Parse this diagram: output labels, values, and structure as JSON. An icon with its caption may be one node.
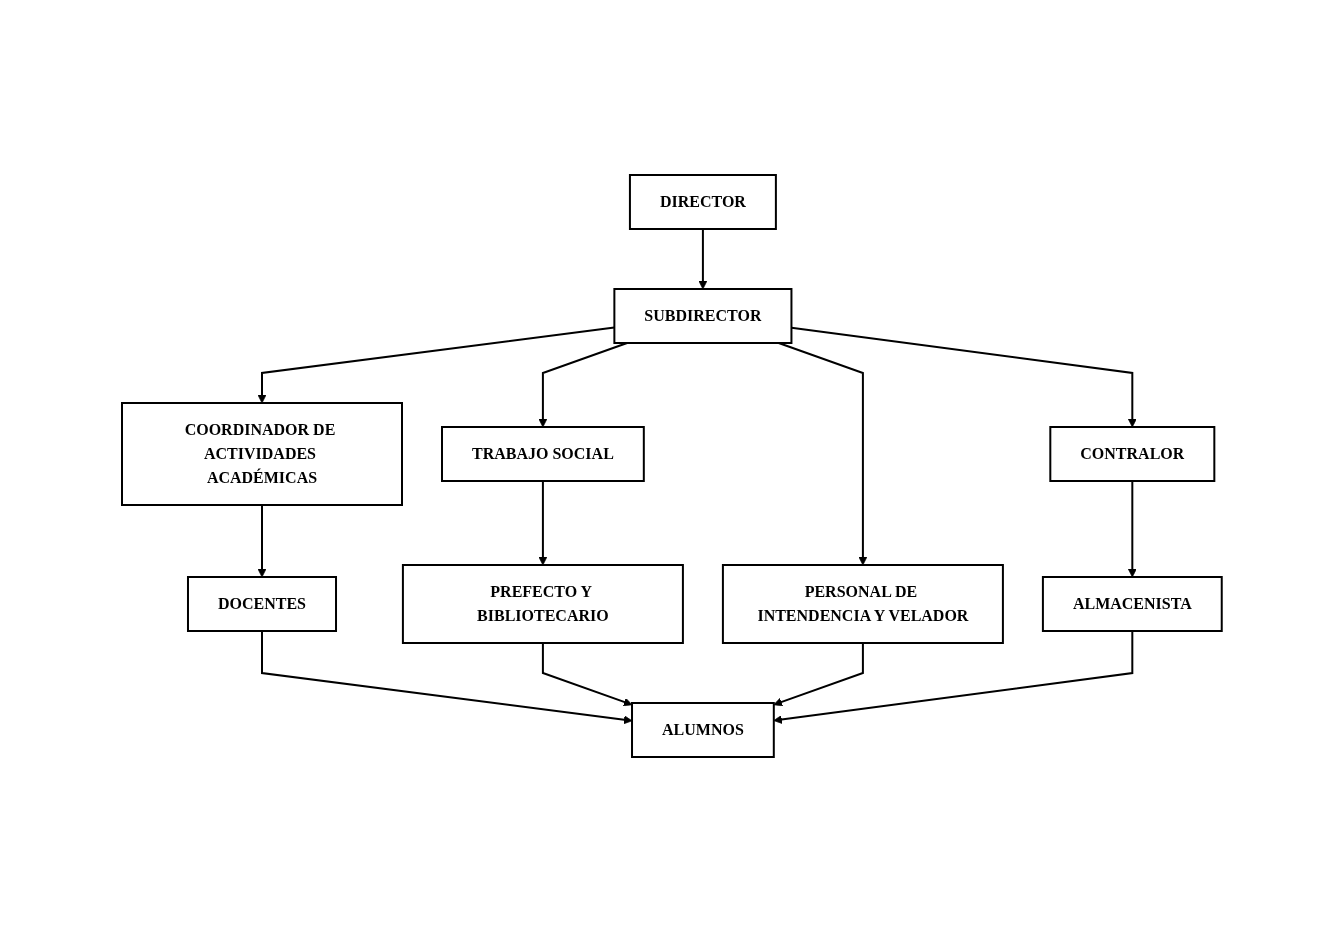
{
  "diagram": {
    "nodes": [
      {
        "text": [
          "DIRECTOR"
        ]
      },
      {
        "text": [
          "SUBDIRECTOR"
        ]
      },
      {
        "text": [
          "COORDINADOR DE ACTIVIDADES ACADÉMICAS"
        ]
      },
      {
        "text": [
          "TRABAJO SOCIAL"
        ]
      },
      {
        "text": [
          "PERSONAL DE INTENDENCIA Y VELADOR"
        ]
      },
      {
        "text": [
          "CONTRALOR"
        ]
      },
      {
        "text": [
          "DOCENTES"
        ]
      },
      {
        "text": [
          "PREFECTO Y BIBLIOTECARIO"
        ]
      },
      {
        "text": [
          "ALMACENISTA"
        ]
      },
      {
        "text": [
          "ALUMNOS"
        ]
      }
    ],
    "edges": [
      {
        "from": 0,
        "to": 1,
        "arrow": "to"
      },
      {
        "from": 1,
        "to": 2,
        "arrow": "to"
      },
      {
        "from": 1,
        "to": 3,
        "arrow": "to"
      },
      {
        "from": 1,
        "to": 4,
        "arrow": "to"
      },
      {
        "from": 1,
        "to": 5,
        "arrow": "to"
      },
      {
        "from": 2,
        "to": 6,
        "arrow": "to"
      },
      {
        "from": 3,
        "to": 7,
        "arrow": "to"
      },
      {
        "from": 5,
        "to": 8,
        "arrow": "to"
      },
      {
        "from": 6,
        "to": 9,
        "arrow": "to"
      },
      {
        "from": 7,
        "to": 9,
        "arrow": "to"
      },
      {
        "from": 4,
        "to": 9,
        "arrow": "to"
      },
      {
        "from": 8,
        "to": 9,
        "arrow": "to"
      }
    ]
  }
}
